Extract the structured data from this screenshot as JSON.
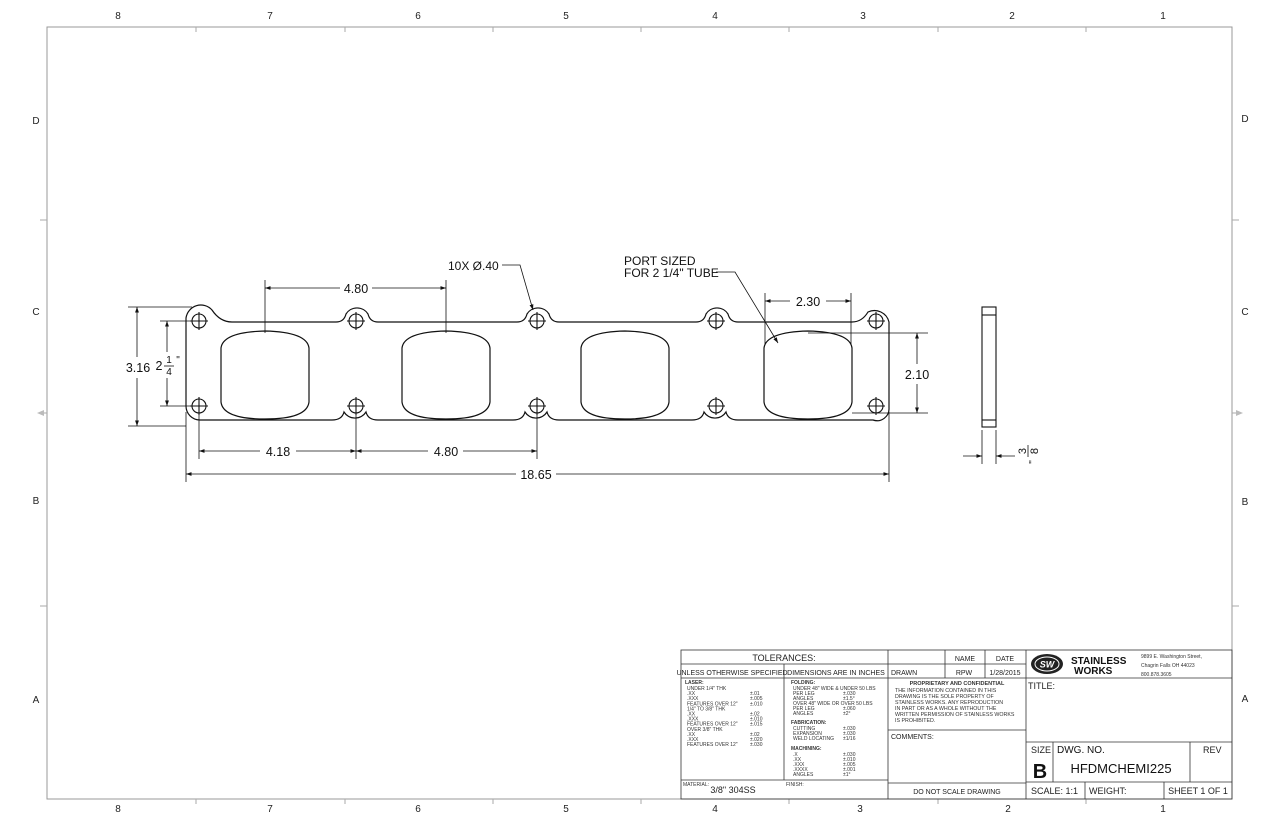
{
  "border": {
    "columns_top": [
      "8",
      "7",
      "6",
      "5",
      "4",
      "3",
      "2",
      "1"
    ],
    "columns_bottom": [
      "8",
      "7",
      "6",
      "5",
      "4",
      "3",
      "2",
      "1"
    ],
    "rows": [
      "D",
      "C",
      "B",
      "A"
    ]
  },
  "drawing": {
    "hole_callout": "10X Ø.40",
    "port_note_line1": "PORT SIZED",
    "port_note_line2": "FOR 2 1/4\" TUBE",
    "dim_port_pitch_top": "4.80",
    "dim_port_width": "2.30",
    "dim_port_height": "2.10",
    "dim_overall_height": "3.16",
    "dim_hole_spacing_whole": "2",
    "dim_hole_spacing_num": "1",
    "dim_hole_spacing_den": "4",
    "dim_hole_spacing_unit": "\"",
    "dim_bottom_left": "4.18",
    "dim_bottom_mid": "4.80",
    "dim_overall_length": "18.65",
    "dim_thickness_num": "3",
    "dim_thickness_den": "8",
    "dim_thickness_unit": "\""
  },
  "title_block": {
    "tolerances_header": "TOLERANCES:",
    "unless_otherwise": "UNLESS OTHERWISE SPECIFIED",
    "dims_in_inches": "DIMENSIONS ARE IN INCHES",
    "laser": {
      "title": "LASER:",
      "rows": [
        [
          "UNDER 1/4\" THK",
          ""
        ],
        [
          ".XX",
          "±.01"
        ],
        [
          ".XXX",
          "±.005"
        ],
        [
          "FEATURES OVER 12\"",
          "±.010"
        ],
        [
          "1/4\" TO 3/8\" THK",
          ""
        ],
        [
          ".XX",
          "±.02"
        ],
        [
          ".XXX",
          "±.010"
        ],
        [
          "FEATURES OVER 12\"",
          "±.015"
        ],
        [
          "OVER 3/8\" THK",
          ""
        ],
        [
          ".XX",
          "±.02"
        ],
        [
          ".XXX",
          "±.020"
        ],
        [
          "FEATURES OVER 12\"",
          "±.030"
        ]
      ]
    },
    "folding": {
      "title": "FOLDING:",
      "rows": [
        [
          "UNDER 48\" WIDE & UNDER 50 LBS",
          ""
        ],
        [
          "PER LEG",
          "±.030"
        ],
        [
          "ANGLES",
          "±1.5°"
        ],
        [
          "OVER 48\" WIDE OR OVER 50 LBS",
          ""
        ],
        [
          "PER LEG",
          "±.060"
        ],
        [
          "ANGLES",
          "±2°"
        ]
      ]
    },
    "fabrication": {
      "title": "FABRICATION:",
      "rows": [
        [
          "CUTTING",
          "±.030"
        ],
        [
          "EXPANSION",
          "±.030"
        ],
        [
          "WELD LOCATING",
          "±1/16"
        ]
      ]
    },
    "machining": {
      "title": "MACHINING:",
      "rows": [
        [
          ".X",
          "±.030"
        ],
        [
          ".XX",
          "±.010"
        ],
        [
          ".XXX",
          "±.005"
        ],
        [
          ".XXXX",
          "±.001"
        ],
        [
          "ANGLES",
          "±1°"
        ]
      ]
    },
    "name_header": "NAME",
    "date_header": "DATE",
    "drawn_label": "DRAWN",
    "drawn_name": "RPW",
    "drawn_date": "1/28/2015",
    "proprietary_title": "PROPRIETARY AND CONFIDENTIAL",
    "proprietary_lines": [
      "THE INFORMATION CONTAINED IN THIS",
      "DRAWING IS THE SOLE PROPERTY OF",
      "STAINLESS WORKS.  ANY REPRODUCTION",
      "IN PART OR AS A WHOLE WITHOUT THE",
      "WRITTEN PERMISSION OF STAINLESS WORKS",
      "IS PROHIBITED."
    ],
    "comments_label": "COMMENTS:",
    "material_label": "MATERIAL:",
    "material_value": "3/8\" 304SS",
    "finish_label": "FINISH:",
    "do_not_scale": "DO NOT SCALE DRAWING",
    "logo_mark": "SW",
    "company_line1": "STAINLESS",
    "company_line2": "WORKS",
    "address_line1": "9899 E. Washington Street,",
    "address_line2": "Chagrin Falls OH 44023",
    "address_line3": "800.878.3605",
    "title_label": "TITLE:",
    "size_label": "SIZE",
    "size_value": "B",
    "dwg_no_label": "DWG.  NO.",
    "dwg_no_value": "HFDMCHEMI225",
    "rev_label": "REV",
    "scale_label": "SCALE: 1:1",
    "weight_label": "WEIGHT:",
    "sheet_label": "SHEET 1 OF 1"
  }
}
